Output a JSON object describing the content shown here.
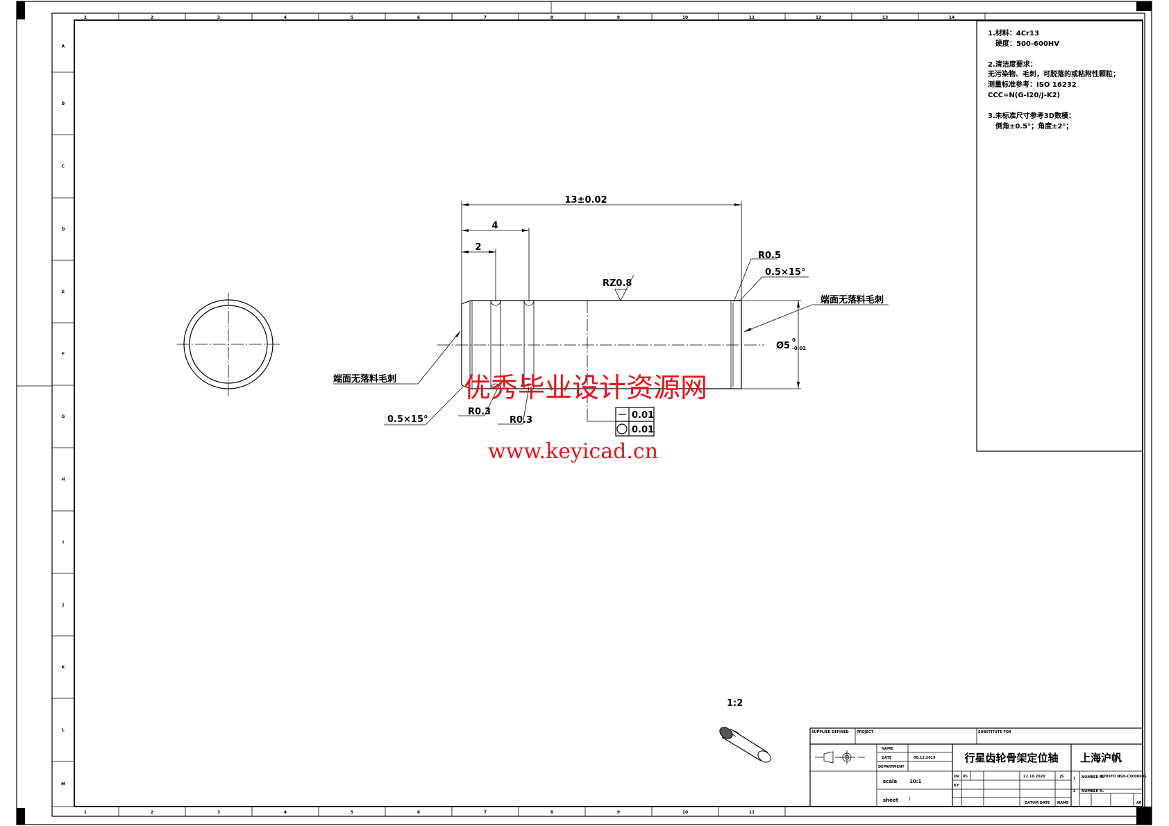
{
  "sheet": {
    "top_ruler": [
      "1",
      "2",
      "3",
      "4",
      "5",
      "6",
      "7",
      "8",
      "9",
      "10",
      "11",
      "12",
      "13",
      "14"
    ],
    "left_ruler": [
      "A",
      "B",
      "C",
      "D",
      "E",
      "F",
      "G",
      "H",
      "I",
      "J",
      "K",
      "L",
      "M"
    ],
    "bottom_ruler": [
      "1",
      "2",
      "3",
      "4",
      "5",
      "6",
      "7",
      "8",
      "9",
      "10",
      "11"
    ]
  },
  "notes": {
    "lines": [
      "1.材料：4Cr13",
      "硬度：500-600HV",
      "2.清洁度要求：",
      "无污染物、毛刺，可脱落的或粘附性颗粒；",
      "测量标准参考：ISO 16232",
      "CCC=N(G-I20/J-K2)",
      "3.未标准尺寸参考3D数模：",
      "倒角±0.5°；角度±2°；"
    ]
  },
  "dimensions": {
    "overall_length": "13±0.02",
    "groove2_pos": "4",
    "groove1_pos": "2",
    "roughness": "RZ0.8",
    "fillet_right": "R0.5",
    "chamfer_right": "0.5×15°",
    "burr_note_right": "端面无落料毛刺",
    "burr_note_left": "端面无落料毛刺",
    "chamfer_left": "0.5×15°",
    "groove1_radius": "R0.3",
    "groove2_radius": "R0.3",
    "diameter": "Ø5",
    "diameter_tol_upper": "0",
    "diameter_tol_lower": "-0.02",
    "straightness_value": "0.01",
    "roundness_value": "0.01",
    "iso_scale": "1:2"
  },
  "watermark": {
    "cn": "优秀毕业设计资源网",
    "url": "www.keyicad.cn",
    "color": "#e8131b"
  },
  "title_block": {
    "supplier_label": "SUPPLIER DEFINED",
    "project_label": "PROJECT",
    "substitute_label": "SUBSTITUTE FOR",
    "name_label": "NAME",
    "date_label": "DATE",
    "date_value": "08.12.2019",
    "department_label": "DEPARTMENT",
    "part_title": "行星齿轮骨架定位轴",
    "company": "上海沪帆",
    "scale_label": "scale",
    "scale_value": "10:1",
    "sheet_label": "sheet",
    "sheet_value": "/",
    "dv_label": "DV",
    "dv_value": "05",
    "ky_label": "KY",
    "rev_date": "22.10.2020",
    "rev_name": "JS",
    "datum_date_label": "DATUM DATE",
    "name_col_label": "NAME",
    "row1_num": "1",
    "row1_label": "NUMBER N.",
    "row1_value": "HP05FO NSH-CX000006",
    "row2_num": "2",
    "row2_label": "NUMBER N.",
    "format": "A0"
  }
}
